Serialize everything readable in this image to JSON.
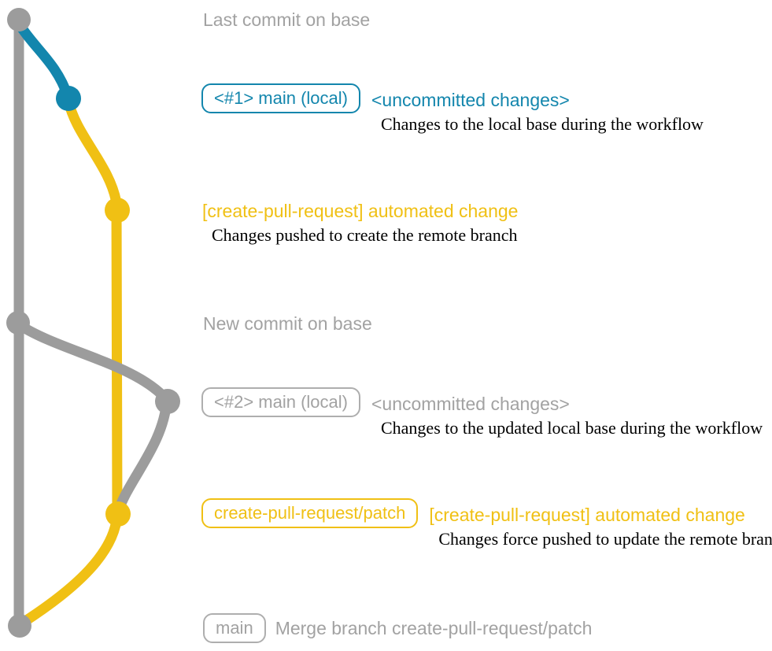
{
  "colors": {
    "teal": "#1386ad",
    "yellow": "#f0c014",
    "gray_line": "#9c9c9c",
    "gray_text": "#a2a2a2",
    "desc_text": "#000000"
  },
  "notes": {
    "last_commit_on_base": "Last commit on base",
    "new_commit_on_base": "New commit on base"
  },
  "rows": {
    "main_local_1": {
      "chip": "<#1> main (local)",
      "title": "<uncommitted changes>",
      "desc": "Changes to the local base during the workflow"
    },
    "automated_change_1": {
      "title": "[create-pull-request] automated change",
      "desc": "Changes pushed to create the remote branch"
    },
    "main_local_2": {
      "chip": "<#2> main (local)",
      "title": "<uncommitted changes>",
      "desc": "Changes to the updated local base during the workflow"
    },
    "patch_branch": {
      "chip": "create-pull-request/patch",
      "title": "[create-pull-request] automated change",
      "desc": "Changes force pushed to update the remote branch"
    },
    "merge": {
      "chip": "main",
      "title": "Merge branch create-pull-request/patch"
    }
  },
  "graph": {
    "type": "git-commit-graph",
    "dots_top_to_bottom": [
      {
        "color": "gray",
        "aligned_label": "Last commit on base"
      },
      {
        "color": "teal",
        "aligned_label": "<#1> main (local)"
      },
      {
        "color": "yellow",
        "aligned_label": "[create-pull-request] automated change"
      },
      {
        "color": "gray",
        "aligned_label": "New commit on base"
      },
      {
        "color": "gray",
        "aligned_label": "<#2> main (local)"
      },
      {
        "color": "yellow",
        "aligned_label": "create-pull-request/patch"
      },
      {
        "color": "gray",
        "aligned_label": "Merge branch create-pull-request/patch"
      }
    ]
  }
}
